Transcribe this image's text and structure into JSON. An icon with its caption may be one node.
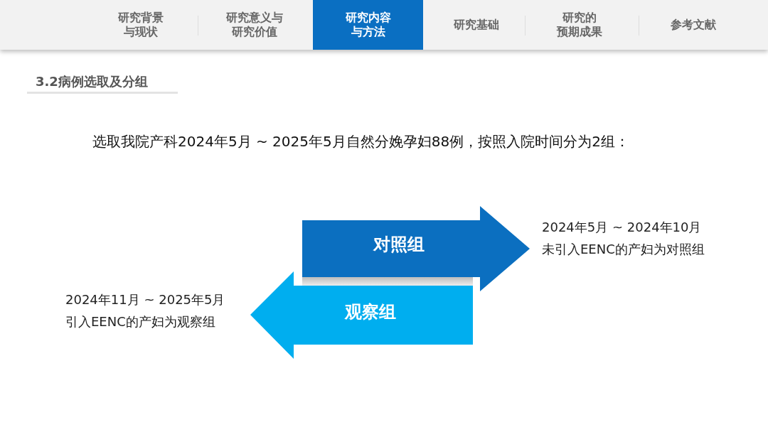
{
  "diagram": {
    "nodes": [
      {
        "text": [
          "对照组"
        ],
        "beside": [
          "2024年5月 ~ 2024年10月未引入EENC的产妇为对照组"
        ]
      },
      {
        "text": [
          "观察组"
        ],
        "beside": [
          "2024年11月 ~ 2025年5月引入EENC的产妇为观察组"
        ]
      }
    ],
    "labels": [
      "研究背景与现状",
      "研究意义与研究价值",
      "研究内容与方法",
      "研究基础",
      "研究的预期成果",
      "参考文献",
      "3.2病例选取及分组",
      "选取我院产科2024年5月 ~ 2025年5月自然分娩孕妇88例，按照入院时间分为2组："
    ]
  }
}
